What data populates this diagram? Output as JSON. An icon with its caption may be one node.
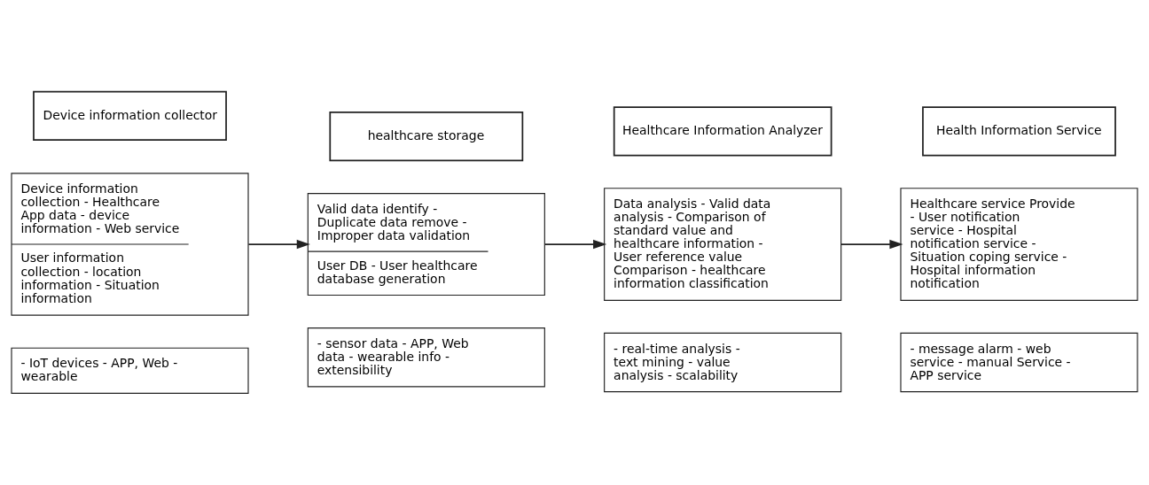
{
  "diagram": {
    "nodes": [
      {
        "text": [
          "Device information collector"
        ]
      },
      {
        "text": [
          "healthcare storage"
        ]
      },
      {
        "text": [
          "Healthcare Information Analyzer"
        ]
      },
      {
        "text": [
          "Health Information Service"
        ]
      },
      {
        "text": [
          "Device information collection - Healthcare App data - device information - Web service",
          "User information collection - location information - Situation information"
        ]
      },
      {
        "text": [
          "Valid data identify - Duplicate data remove - Improper data validation",
          "User DB - User healthcare database generation"
        ]
      },
      {
        "text": [
          "Data analysis - Valid data analysis - Comparison of standard value and healthcare information - User reference value Comparison - healthcare information classification"
        ]
      },
      {
        "text": [
          "Healthcare service Provide - User notification service - Hospital notification service - Situation coping service - Hospital information notification"
        ]
      },
      {
        "text": [
          "- IoT devices - APP, Web - wearable"
        ]
      },
      {
        "text": [
          "- sensor data - APP, Web data - wearable info - extensibility"
        ]
      },
      {
        "text": [
          "- real-time analysis - text mining - value analysis - scalability"
        ]
      },
      {
        "text": [
          "- message alarm - web service - manual Service - APP service"
        ]
      }
    ],
    "edges": [
      {
        "from": 4,
        "to": 5,
        "arrow": "to"
      },
      {
        "from": 5,
        "to": 6,
        "arrow": "to"
      },
      {
        "from": 6,
        "to": 7,
        "arrow": "to"
      }
    ]
  }
}
